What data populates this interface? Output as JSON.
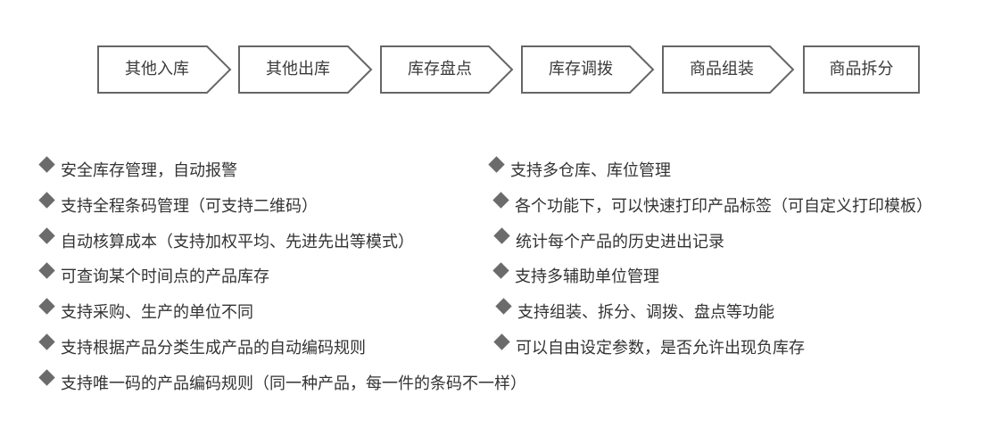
{
  "process_steps": [
    {
      "label": "其他入库"
    },
    {
      "label": "其他出库"
    },
    {
      "label": "库存盘点"
    },
    {
      "label": "库存调拨"
    },
    {
      "label": "商品组装"
    },
    {
      "label": "商品拆分"
    }
  ],
  "features_left": [
    "安全库存管理，自动报警",
    "支持全程条码管理（可支持二维码）",
    "自动核算成本（支持加权平均、先进先出等模式）",
    "可查询某个时间点的产品库存",
    "支持采购、生产的单位不同",
    "支持根据产品分类生成产品的自动编码规则",
    "支持唯一码的产品编码规则（同一种产品，每一件的条码不一样）"
  ],
  "features_right": [
    "支持多仓库、库位管理",
    "各个功能下，可以快速打印产品标签（可自定义打印模板）",
    "统计每个产品的历史进出记录",
    "支持多辅助单位管理",
    "支持组装、拆分、调拨、盘点等功能",
    "可以自由设定参数，是否允许出现负库存"
  ],
  "colors": {
    "outline": "#666666",
    "bullet": "#6b6b6b",
    "text": "#333333"
  },
  "icons": {
    "bullet": "diamond-bullet-icon"
  }
}
